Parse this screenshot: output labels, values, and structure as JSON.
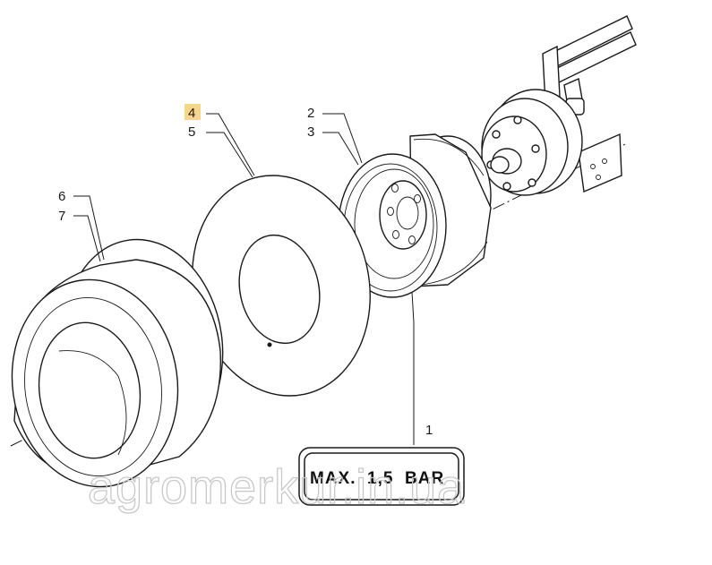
{
  "callouts": {
    "c1": "1",
    "c2": "2",
    "c3": "3",
    "c4": "4",
    "c5": "5",
    "c6": "6",
    "c7": "7"
  },
  "highlight_color": "#f7d58a",
  "pressure_label": "MAX.  1,5  BAR",
  "watermark": "agromerkur.in.ua"
}
